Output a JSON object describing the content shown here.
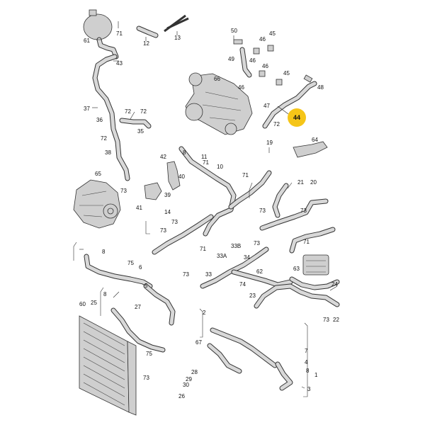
{
  "highlight": {
    "label": "44",
    "color": "#f5c518"
  },
  "labels": {
    "l61": "61",
    "l71a": "71",
    "l12": "12",
    "l13": "13",
    "l50": "50",
    "l46a": "46",
    "l45a": "45",
    "l43": "43",
    "l49": "49",
    "l46b": "46",
    "l46c": "46",
    "l45b": "45",
    "l66": "66",
    "l46d": "46",
    "l48": "48",
    "l47": "47",
    "l72a": "72",
    "l37": "37",
    "l36": "36",
    "l72b": "72",
    "l72c": "72",
    "l35": "35",
    "l72d": "72",
    "l38": "38",
    "l19": "19",
    "l64": "64",
    "l42": "42",
    "l11": "11",
    "l8a": "8",
    "l10": "10",
    "l65": "65",
    "l40": "40",
    "l73a": "73",
    "l39": "39",
    "l41": "41",
    "l71b": "71",
    "l21": "21",
    "l20": "20",
    "l73b": "73",
    "l73c": "73",
    "l14": "14",
    "l73d": "73",
    "l33B": "33B",
    "l34": "34",
    "l73e": "73",
    "l33A": "33A",
    "l71c": "71",
    "l71d": "71",
    "l63": "63",
    "l8b": "8",
    "l75": "75",
    "l6": "6",
    "l62": "62",
    "l73f": "73",
    "l74": "74",
    "l33": "33",
    "l5": "5",
    "l24": "24",
    "l23": "23",
    "l60": "60",
    "l25": "25",
    "l8c": "8",
    "l27": "27",
    "l2": "2",
    "l73g": "73",
    "l22": "22",
    "l67": "67",
    "l7": "7",
    "l75b": "75",
    "l4": "4",
    "l28": "28",
    "l29": "29",
    "l30": "30",
    "l26": "26",
    "l3": "3",
    "l1": "1",
    "l8d": "8",
    "l71e": "71",
    "l73h": "73",
    "l73i": "73"
  }
}
